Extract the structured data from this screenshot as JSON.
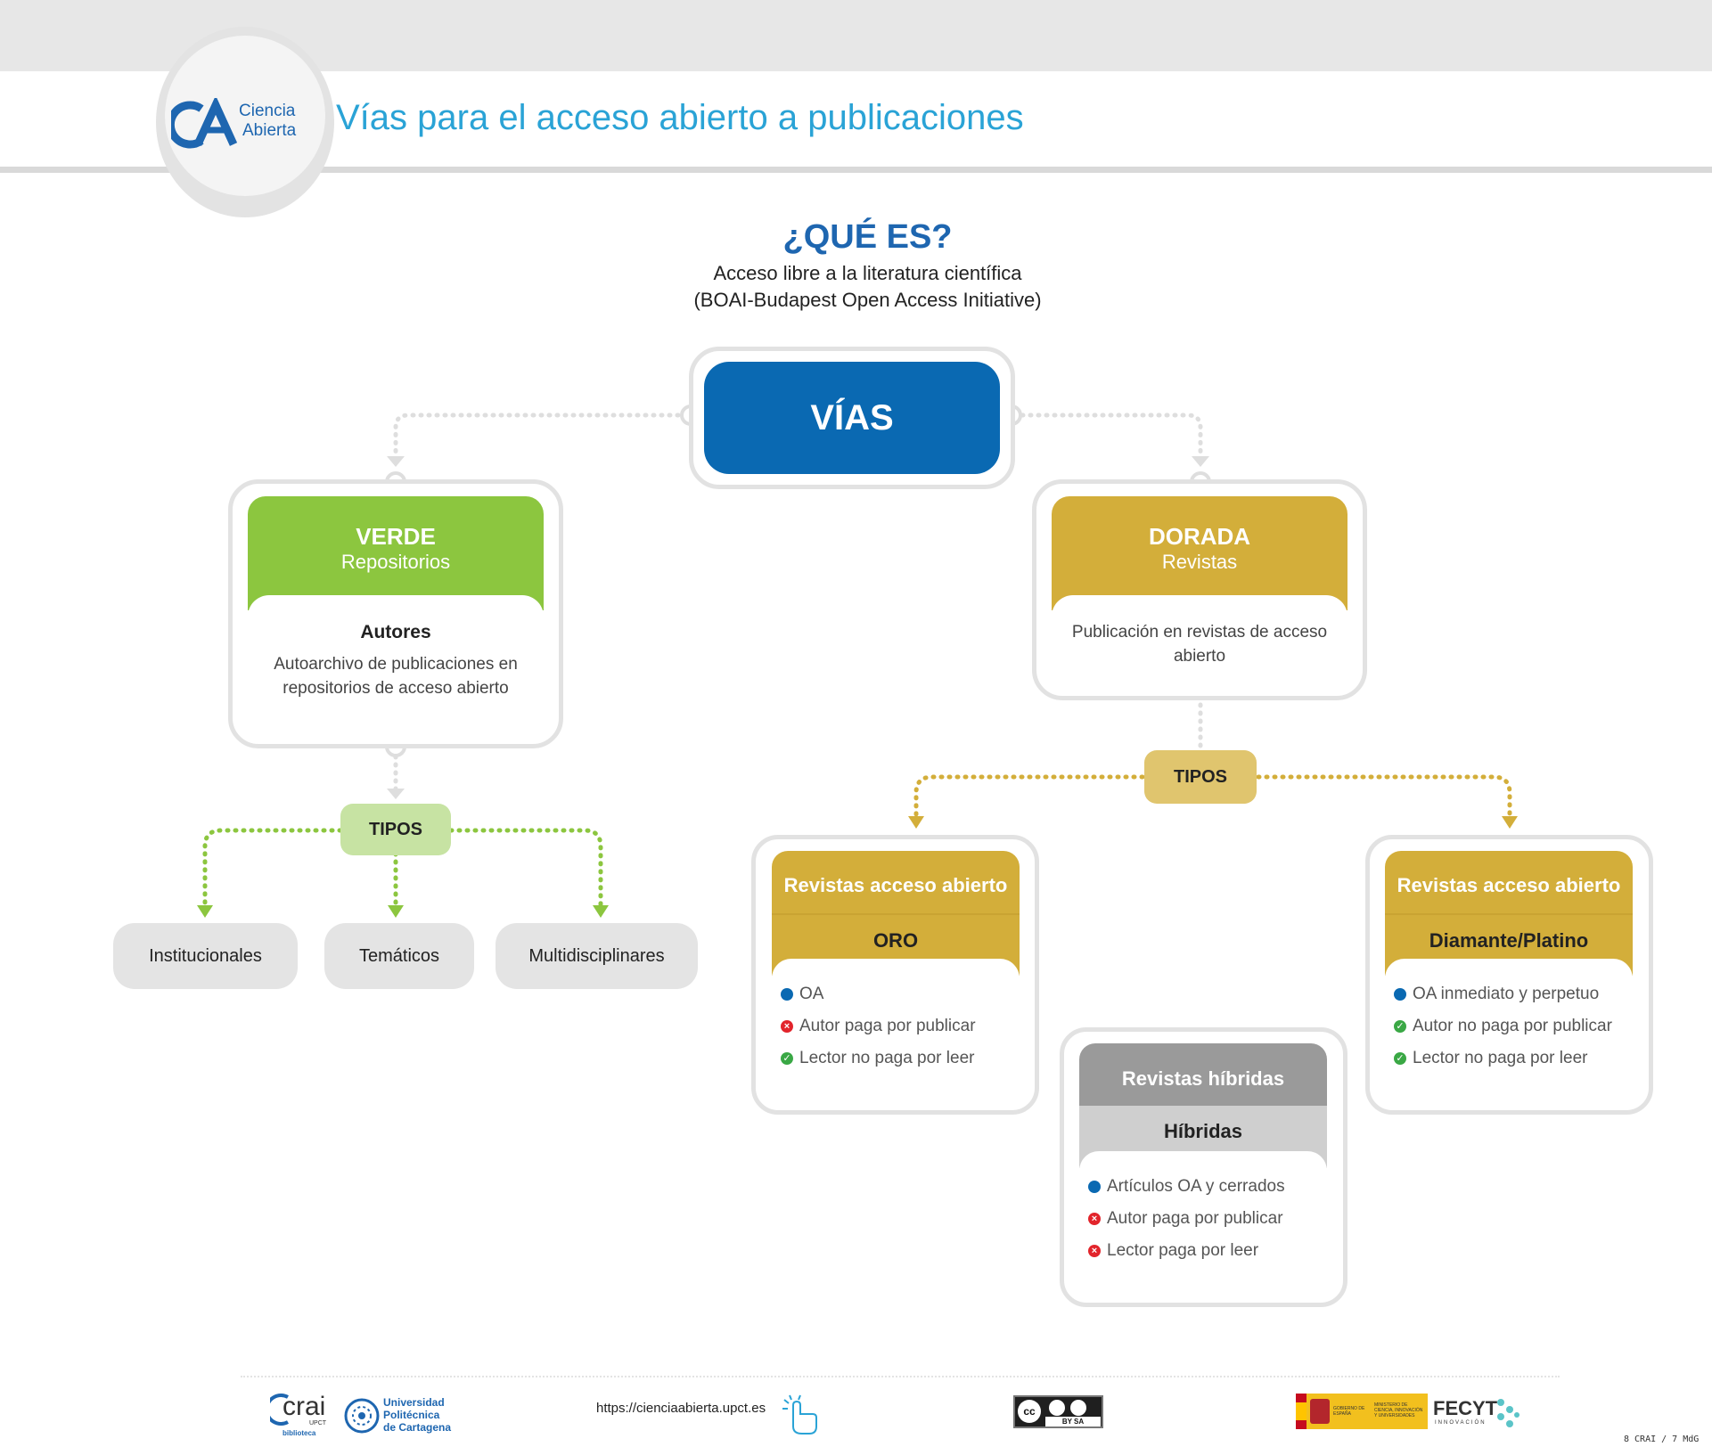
{
  "header": {
    "logo": {
      "mark": "CA",
      "line1": "Ciencia",
      "line2": "Abierta"
    },
    "title": "Vías para el acceso abierto a publicaciones"
  },
  "que_es": {
    "title": "¿QUÉ ES?",
    "line1": "Acceso libre a la literatura científica",
    "line2": "(BOAI-Budapest Open Access Initiative)"
  },
  "vias": {
    "label": "VÍAS"
  },
  "verde": {
    "title": "VERDE",
    "subtitle": "Repositorios",
    "body_title": "Autores",
    "body_text": "Autoarchivo de publicaciones en repositorios de acceso abierto",
    "tipos_label": "TIPOS",
    "tipos": [
      "Institucionales",
      "Temáticos",
      "Multidisciplinares"
    ]
  },
  "dorada": {
    "title": "DORADA",
    "subtitle": "Revistas",
    "body_text": "Publicación en revistas de acceso abierto",
    "tipos_label": "TIPOS"
  },
  "cards": {
    "oro": {
      "head": "Revistas acceso abierto",
      "sub": "ORO",
      "items": [
        {
          "status": "info",
          "text": "OA"
        },
        {
          "status": "no",
          "text": "Autor paga por publicar"
        },
        {
          "status": "yes",
          "text": "Lector no paga por leer"
        }
      ]
    },
    "hibridas": {
      "head": "Revistas híbridas",
      "sub": "Híbridas",
      "items": [
        {
          "status": "info",
          "text": "Artículos OA y cerrados"
        },
        {
          "status": "no",
          "text": "Autor paga por publicar"
        },
        {
          "status": "no",
          "text": "Lector paga por leer"
        }
      ]
    },
    "diamante": {
      "head": "Revistas acceso abierto",
      "sub": "Diamante/Platino",
      "items": [
        {
          "status": "info",
          "text": "OA inmediato y perpetuo"
        },
        {
          "status": "yes",
          "text": "Autor no paga por publicar"
        },
        {
          "status": "yes",
          "text": "Lector no paga por leer"
        }
      ]
    }
  },
  "footer": {
    "crai": "crai",
    "crai_small": "UPCT",
    "crai_sub": "biblioteca",
    "upct_line1": "Universidad",
    "upct_line2": "Politécnica",
    "upct_line3": "de Cartagena",
    "url": "https://cienciaabierta.upct.es",
    "cc_top": "cc",
    "cc_bottom": "BY SA",
    "gov_text": "GOBIERNO DE ESPAÑA",
    "ministry_text": "MINISTERIO DE CIENCIA, INNOVACIÓN Y UNIVERSIDADES",
    "fecyt": "FECYT",
    "fecyt_sub": "INNOVACIÓN",
    "credit": "8 CRAI / 7 MdG"
  },
  "colors": {
    "blue": "#0a69b2",
    "title_blue": "#2aa3d6",
    "green": "#8cc63f",
    "green_light": "#c7e3a3",
    "gold": "#d3ae3a",
    "gold_light": "#e0c56e",
    "gray_head": "#9a9a9a",
    "gray_sub": "#cfcfcf"
  }
}
